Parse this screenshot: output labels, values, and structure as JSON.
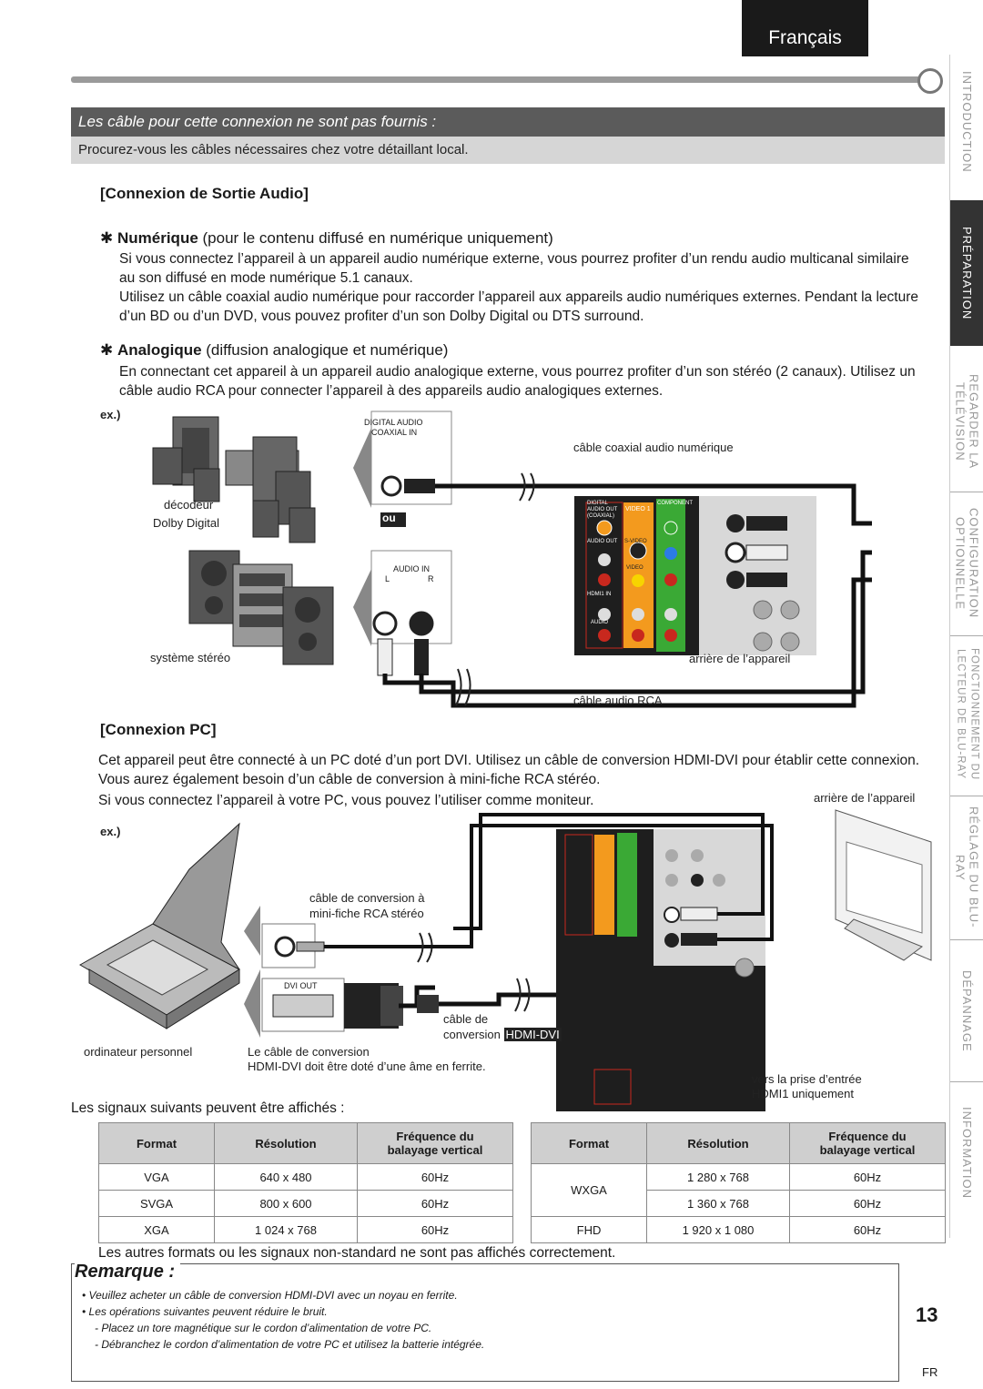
{
  "language_tab": "Français",
  "bar_title": "Les câble pour cette connexion ne sont pas fournis :",
  "bar_subtitle": "Procurez-vous les câbles nécessaires chez votre détaillant local.",
  "audio": {
    "heading": "[Connexion de Sortie Audio]",
    "numeric": {
      "star": "✱",
      "bold": "Numérique",
      "rest": " (pour le contenu diffusé en numérique uniquement)",
      "p1": "Si vous connectez l’appareil à un appareil audio numérique externe, vous pourrez profiter d’un rendu audio multicanal similaire au son diffusé en mode numérique 5.1 canaux.",
      "p2": "Utilisez un câble coaxial audio numérique pour raccorder l’appareil aux appareils audio numériques externes. Pendant la lecture d’un BD ou d’un DVD, vous pouvez profiter d’un son Dolby Digital ou DTS surround."
    },
    "analog": {
      "star": "✱",
      "bold": "Analogique",
      "rest": " (diffusion analogique et numérique)",
      "p1": "En connectant cet appareil à un appareil audio analogique externe, vous pourrez profiter d’un son stéréo (2 canaux). Utilisez un câble audio RCA pour connecter l’appareil à des appareils audio analogiques externes."
    },
    "diagram": {
      "ex": "ex.)",
      "digital_audio": "DIGITAL AUDIO",
      "coaxial_in": "COAXIAL IN",
      "coax_cable": "câble coaxial audio numérique",
      "decoder_line1": "décodeur",
      "decoder_line2": "Dolby Digital",
      "ou": "ou",
      "audio_in": "AUDIO IN",
      "l": "L",
      "r": "R",
      "stereo": "système stéréo",
      "rear": "arrière de l’appareil",
      "rca_cable": "câble audio RCA",
      "panel_digital": "DIGITAL AUDIO OUT (COAXIAL)",
      "panel_video1": "VIDEO 1",
      "panel_component": "COMPONENT",
      "panel_audio_out": "AUDIO OUT",
      "panel_svideo": "S-VIDEO",
      "panel_video": "VIDEO",
      "panel_hdmi": "HDMI1 IN",
      "panel_audio": "AUDIO"
    }
  },
  "pc": {
    "heading": "[Connexion PC]",
    "p1": "Cet appareil peut être connecté à un PC doté d’un port DVI. Utilisez un câble de conversion HDMI-DVI pour établir cette connexion. Vous aurez également besoin d’un câble de conversion à mini-fiche RCA stéréo.",
    "p2": "Si vous connectez l’appareil à votre PC, vous pouvez l’utiliser comme moniteur.",
    "diagram": {
      "ex": "ex.)",
      "rear": "arrière de l’appareil",
      "mini_line1": "câble de conversion à",
      "mini_line2": "mini-fiche RCA stéréo",
      "dvi_out": "DVI OUT",
      "hdmi_line1": "câble de",
      "hdmi_line2": "conversion",
      "hdmi_tag": "HDMI-DVI",
      "pc": "ordinateur personnel",
      "ferrite_line1": "Le câble de conversion",
      "ferrite_line2": "HDMI-DVI doit être doté d’une âme en ferrite.",
      "hdmi_in_line1": "vers la prise d’entrée",
      "hdmi_in_line2": "HDMI1 uniquement"
    }
  },
  "signals_intro": "Les signaux suivants peuvent être affichés :",
  "table_headers": {
    "format": "Format",
    "resolution": "Résolution",
    "freq_line1": "Fréquence du",
    "freq_line2": "balayage vertical"
  },
  "table_left": [
    {
      "format": "VGA",
      "resolution": "640 x 480",
      "freq": "60Hz"
    },
    {
      "format": "SVGA",
      "resolution": "800 x 600",
      "freq": "60Hz"
    },
    {
      "format": "XGA",
      "resolution": "1 024 x 768",
      "freq": "60Hz"
    }
  ],
  "table_right": [
    {
      "format": "WXGA",
      "resolution": "1 280 x 768",
      "freq": "60Hz"
    },
    {
      "format": "",
      "resolution": "1 360 x 768",
      "freq": "60Hz"
    },
    {
      "format": "FHD",
      "resolution": "1 920 x 1 080",
      "freq": "60Hz"
    }
  ],
  "other_formats": "Les autres formats ou les signaux non-standard ne sont pas affichés correctement.",
  "remark": {
    "title": "Remarque :",
    "n1": "Veuillez acheter un câble de conversion HDMI-DVI avec un noyau en ferrite.",
    "n2": "Les opérations suivantes peuvent réduire le bruit.",
    "n3": "- Placez un tore magnétique sur le cordon d’alimentation de votre PC.",
    "n4": "- Débranchez le cordon d’alimentation de votre PC et utilisez la batterie intégrée."
  },
  "page_number": "13",
  "page_lang": "FR",
  "sidebar": [
    {
      "label": "INTRODUCTION",
      "active": false
    },
    {
      "label": "PRÉPARATION",
      "active": true
    },
    {
      "label": "REGARDER LA TÉLÉVISION",
      "active": false
    },
    {
      "label": "CONFIGURATION OPTIONNELLE",
      "active": false
    },
    {
      "label": "FONCTIONNEMENT DU LECTEUR DE BLU-RAY",
      "active": false
    },
    {
      "label": "RÉGLAGE DU BLU-RAY",
      "active": false
    },
    {
      "label": "DÉPANNAGE",
      "active": false
    },
    {
      "label": "INFORMATION",
      "active": false
    }
  ],
  "colors": {
    "panel_dark": "#1e1e1e",
    "video_orange": "#f39a1e",
    "component_green": "#3aa935",
    "hdmi_red": "#c8281e",
    "bar_gray": "#5b5b5b"
  }
}
